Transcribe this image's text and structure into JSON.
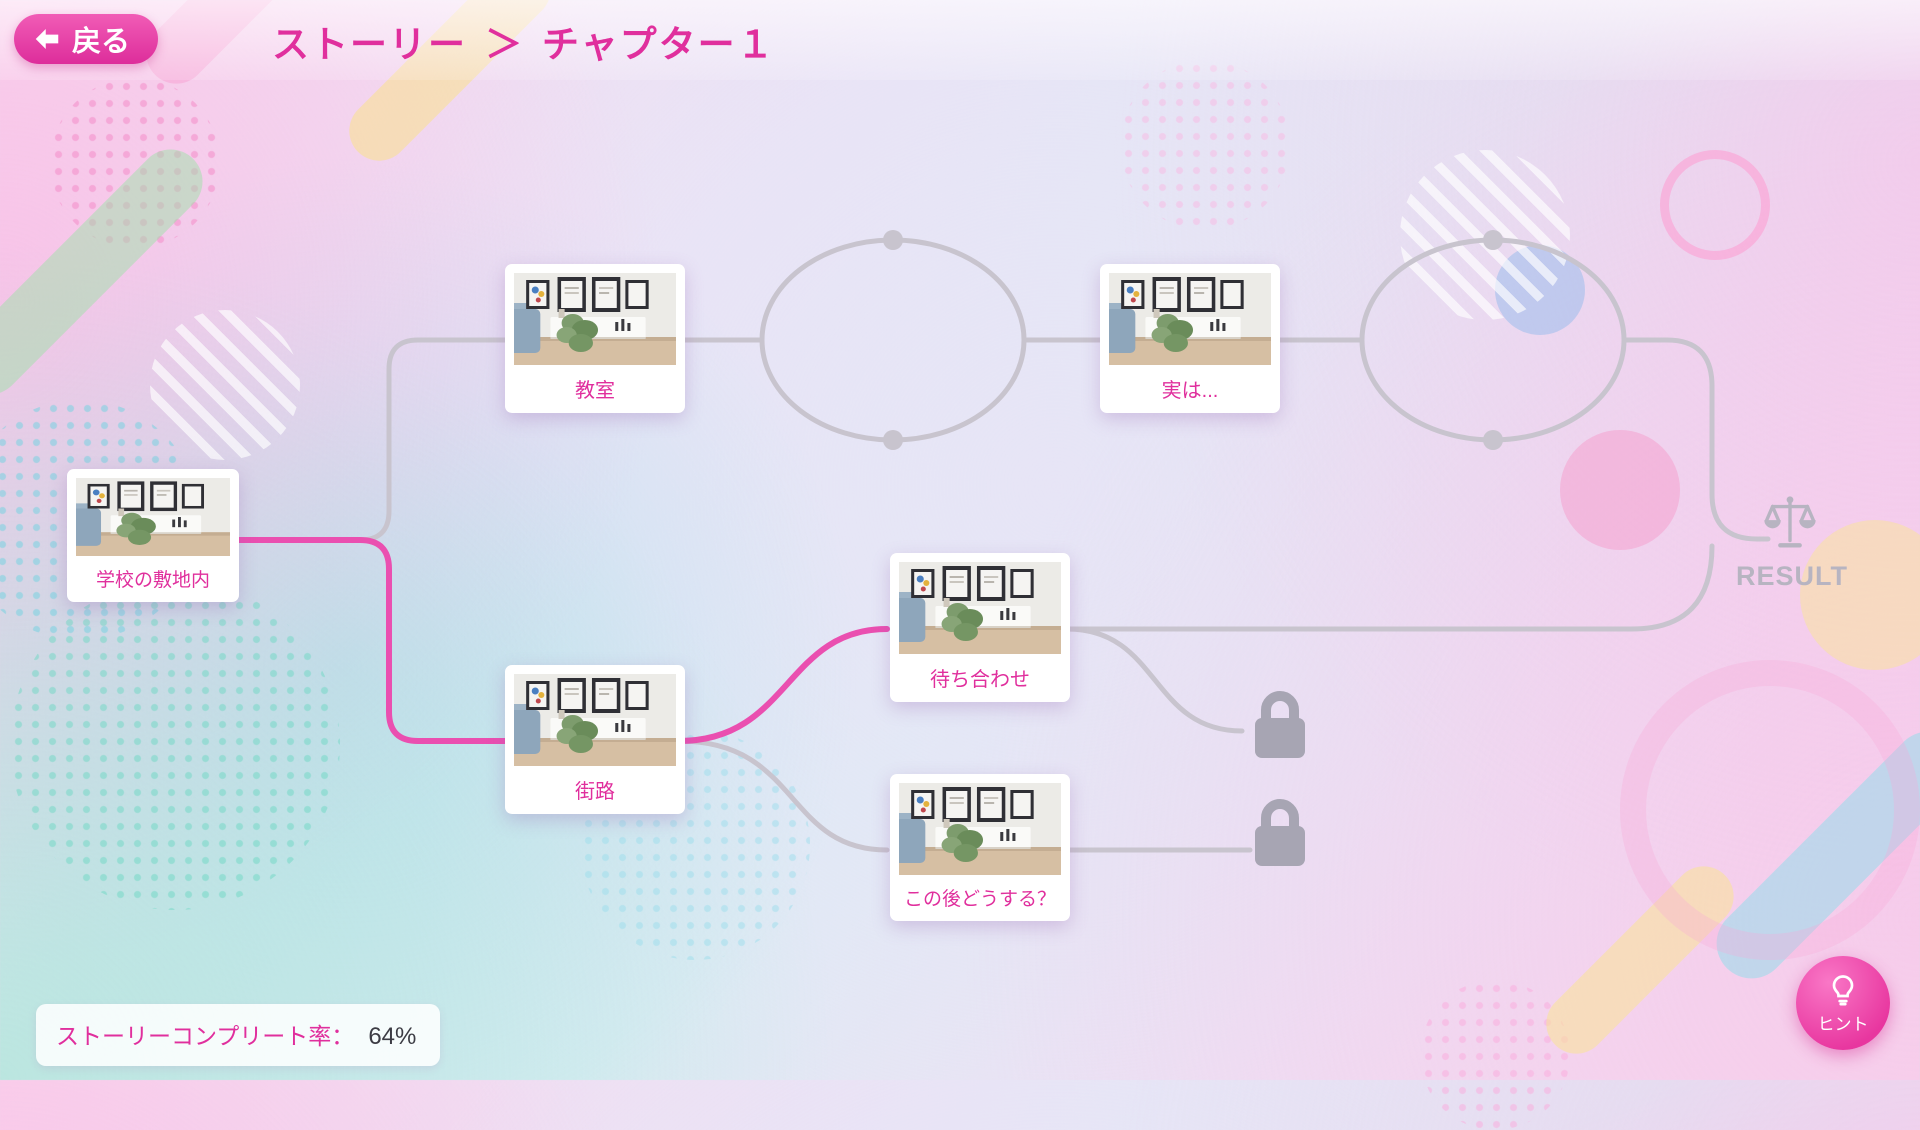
{
  "header": {
    "back_label": "戻る",
    "breadcrumb": {
      "section": "ストーリー",
      "separator": "＞",
      "current": "チャプター１"
    }
  },
  "nodes": [
    {
      "id": "school-grounds",
      "label": "学校の敷地内",
      "state": "cleared"
    },
    {
      "id": "classroom",
      "label": "教室",
      "state": "cleared"
    },
    {
      "id": "actually",
      "label": "実は...",
      "state": "cleared"
    },
    {
      "id": "meetup",
      "label": "待ち合わせ",
      "state": "current"
    },
    {
      "id": "street",
      "label": "街路",
      "state": "cleared"
    },
    {
      "id": "what-next",
      "label": "この後どうする？",
      "state": "available"
    }
  ],
  "result": {
    "label": "RESULT",
    "icon": "scales-icon"
  },
  "locks": {
    "count": 2,
    "icon": "padlock-icon"
  },
  "progress": {
    "label": "ストーリーコンプリート率：",
    "value": "64%",
    "percent": 64
  },
  "hint": {
    "label": "ヒント",
    "icon": "lightbulb-icon"
  },
  "colors": {
    "accent_pink": "#e02f9d",
    "path_active": "#ea4fb0",
    "path_inactive": "#c8c4ce",
    "lock_gray": "#a7a5b3",
    "result_gray": "#b7b4c1"
  }
}
